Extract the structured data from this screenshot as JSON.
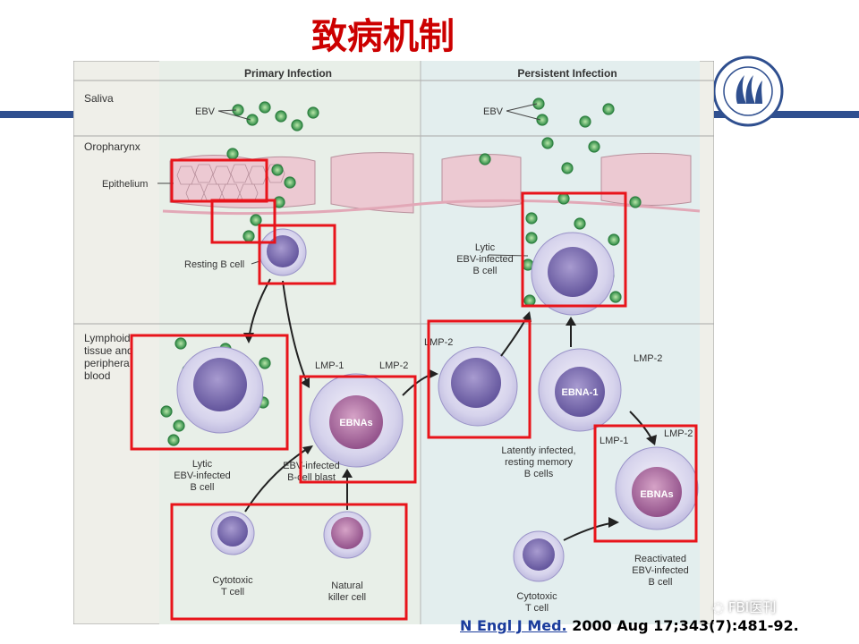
{
  "slide": {
    "title": "致病机制",
    "citation_link": "N Engl J Med.",
    "citation_rest": " 2000 Aug 17;343(7):481-92.",
    "watermark": "FBI医刊"
  },
  "colors": {
    "title_red": "#cc0000",
    "band_blue": "#2f4f8f",
    "highlight_box": "#e8141b",
    "virus_green": "#3d9a4a",
    "primary_panel": "#e8efe8",
    "persistent_panel": "#e3eeee"
  },
  "figure": {
    "headers": {
      "primary": "Primary Infection",
      "persistent": "Persistent Infection"
    },
    "rows": {
      "saliva": "Saliva",
      "oropharynx": "Oropharynx",
      "lymphoid_1": "Lymphoid",
      "lymphoid_2": "tissue and",
      "lymphoid_3": "peripheral",
      "lymphoid_4": "blood"
    },
    "labels": {
      "ebv_primary": "EBV",
      "ebv_persistent": "EBV",
      "epithelium": "Epithelium",
      "resting_b": "Resting B cell",
      "lytic_right_1": "Lytic",
      "lytic_right_2": "EBV-infected",
      "lytic_right_3": "B cell",
      "lytic_left_1": "Lytic",
      "lytic_left_2": "EBV-infected",
      "lytic_left_3": "B cell",
      "lmp1_a": "LMP-1",
      "lmp2_a": "LMP-2",
      "ebnas_a": "EBNAs",
      "blast_1": "EBV-infected",
      "blast_2": "B-cell blast",
      "lmp2_b": "LMP-2",
      "lmp2_c": "LMP-2",
      "ebna1": "EBNA-1",
      "latent_1": "Latently infected,",
      "latent_2": "resting memory",
      "latent_3": "B cells",
      "lmp1_d": "LMP-1",
      "lmp2_d": "LMP-2",
      "ebnas_d": "EBNAs",
      "reactivated_1": "Reactivated",
      "reactivated_2": "EBV-infected",
      "reactivated_3": "B cell",
      "cytotoxic_1": "Cytotoxic",
      "cytotoxic_2": "T cell",
      "nk_1": "Natural",
      "nk_2": "killer cell",
      "cytotoxic_b_1": "Cytotoxic",
      "cytotoxic_b_2": "T cell"
    }
  }
}
